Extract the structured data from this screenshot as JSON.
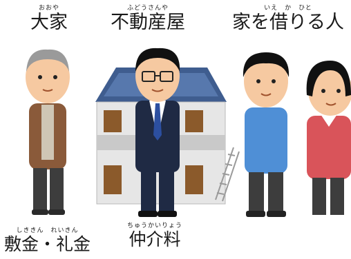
{
  "labels": {
    "landlord": {
      "ruby": "おおや",
      "text": "大家"
    },
    "agent": {
      "ruby": "ふどうさんや",
      "text": "不動産屋"
    },
    "tenant": {
      "ruby": "いえ　か　ひと",
      "text": "家を借りる人"
    },
    "deposit": {
      "ruby": "しききん　れいきん",
      "text": "敷金・礼金"
    },
    "fee": {
      "ruby": "ちゅうかいりょう",
      "text": "仲介料"
    }
  },
  "colors": {
    "roof": "#3f5d8f",
    "wall": "#e6e6e6",
    "door": "#8b5a2b",
    "suit": "#1f2a44",
    "jacket": "#8a5a3a",
    "blue_shirt": "#4f8fd6",
    "red_shirt": "#d9545a",
    "skin": "#f6c9a1",
    "pants": "#3d3d3d"
  }
}
